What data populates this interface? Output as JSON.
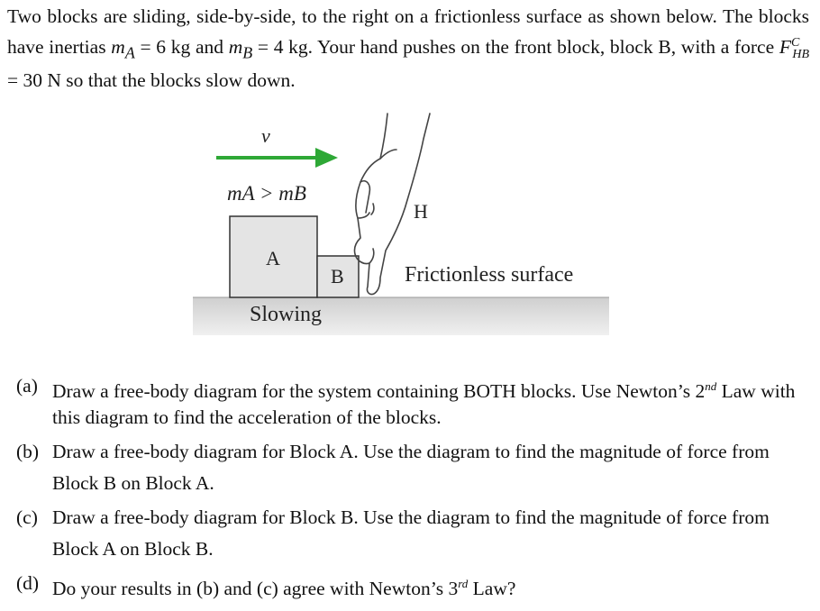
{
  "intro": {
    "p1": "Two blocks are sliding, side-by-side, to the right on a frictionless surface as shown below. The blocks have inertias ",
    "mA": "m",
    "mA_sub": "A",
    "eq1": " = 6 kg and ",
    "mB": "m",
    "mB_sub": "B",
    "eq2": " = 4 kg. Your hand pushes on the front block, block B, with a force ",
    "F": "F",
    "F_sup": "C",
    "F_sub": "HB",
    "eq3": " = 30 N so that the blocks slow down."
  },
  "figure": {
    "velocity_label": "v⃗",
    "mass_relation": "mA > mB",
    "block_a_label": "A",
    "block_b_label": "B",
    "hand_label": "H",
    "surface_label": "Frictionless surface",
    "motion_label": "Slowing",
    "arrow_color": "#2ea836"
  },
  "questions": [
    {
      "label": "(a)",
      "text_1": "Draw a free-body diagram for the system containing BOTH blocks. Use Newton’s 2",
      "sup": "nd",
      "text_2": " Law with this diagram to find the acceleration of the blocks."
    },
    {
      "label": "(b)",
      "text_1": "Draw a free-body diagram for Block A. Use the diagram to find the magnitude of force from Block B on Block A.",
      "sup": "",
      "text_2": ""
    },
    {
      "label": "(c)",
      "text_1": "Draw a free-body diagram for Block B. Use the diagram to find the magnitude of force from Block A on Block B.",
      "sup": "",
      "text_2": ""
    },
    {
      "label": "(d)",
      "text_1": "Do your results in (b) and (c) agree with Newton’s 3",
      "sup": "rd",
      "text_2": " Law?"
    }
  ]
}
